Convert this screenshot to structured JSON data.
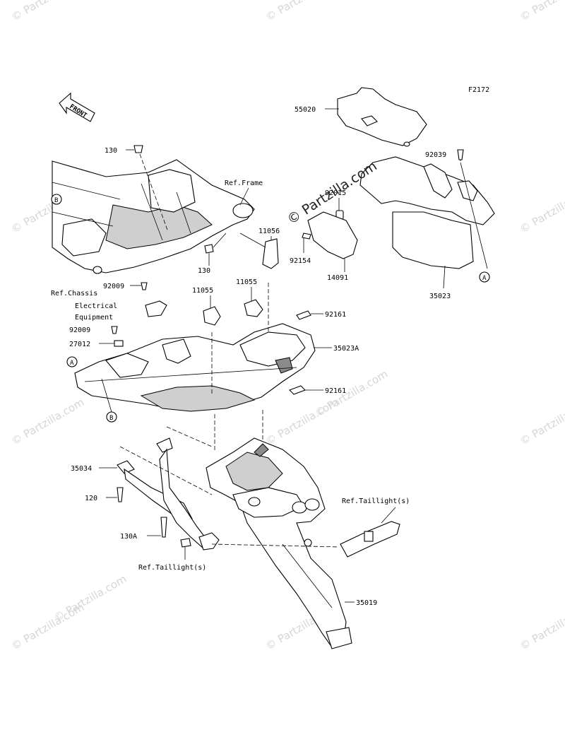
{
  "figure_code": "F2172",
  "front_label": "FRONT",
  "watermark_text": "© Partzilla.com",
  "watermark_main": "© Partzilla.com",
  "refs": {
    "frame": "Ref.Frame",
    "chassis_1": "Ref.Chassis",
    "chassis_2": "Electrical",
    "chassis_3": "Equipment",
    "taillight_right": "Ref.Taillight(s)",
    "taillight_left": "Ref.Taillight(s)"
  },
  "markers": {
    "a": "A",
    "b": "B"
  },
  "parts": {
    "p55020": "55020",
    "p92039": "92039",
    "p92015": "92015",
    "p130_top": "130",
    "p130_mid": "130",
    "p11056": "11056",
    "p92154": "92154",
    "p14091": "14091",
    "p35023": "35023",
    "p92009_a": "92009",
    "p92009_b": "92009",
    "p11055_a": "11055",
    "p11055_b": "11055",
    "p92161_a": "92161",
    "p92161_b": "92161",
    "p27012": "27012",
    "p35023A": "35023A",
    "p35034": "35034",
    "p120": "120",
    "p130A": "130A",
    "p35019": "35019"
  },
  "colors": {
    "line": "#000000",
    "shade": "#cfcfcf",
    "watermark": "#d6d6d6"
  }
}
